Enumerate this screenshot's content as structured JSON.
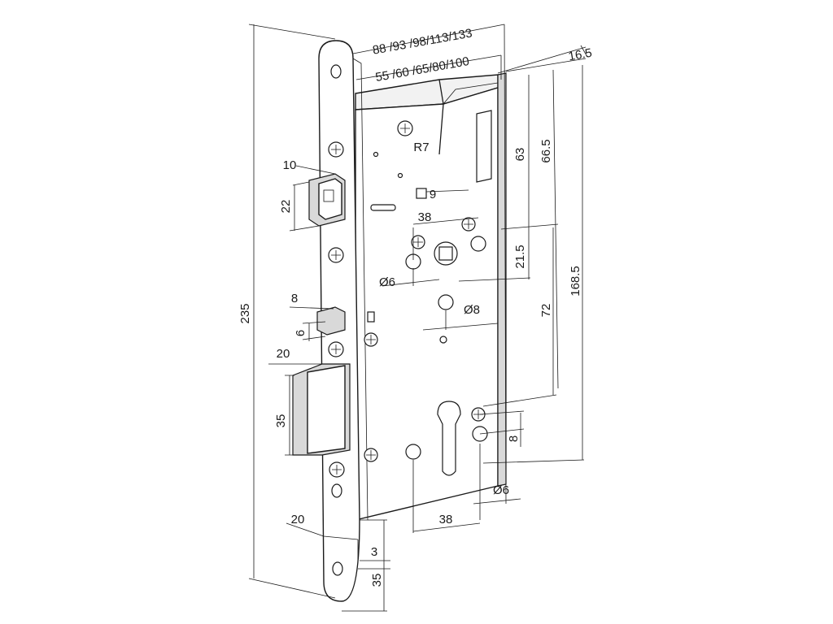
{
  "dimensions": {
    "face_length": "235",
    "backset_total": "88 /93 /98/113/133",
    "backset": "55 /60 /65/80/100",
    "plate_offset": "16.5",
    "radius": "R7",
    "to_spindle": "63",
    "to_top_hole": "66.5",
    "spindle_to_hole": "21.5",
    "hole_span": "168.5",
    "spindle_to_cylinder": "72",
    "spindle_size": "9",
    "handle_hole_spacing": "38",
    "handle_hole_dia": "Ø6",
    "cylinder_hole_dia": "Ø8",
    "cylinder_offset": "8",
    "lower_hole_spacing": "38",
    "lower_hole_dia": "Ø6",
    "latch_width": "10",
    "latch_height": "22",
    "deadlatch_width": "8",
    "deadlatch_height": "6",
    "bolt_projection": "20",
    "bolt_height": "35",
    "bottom_projection": "20",
    "plate_thickness": "3",
    "bottom_offset": "35"
  }
}
